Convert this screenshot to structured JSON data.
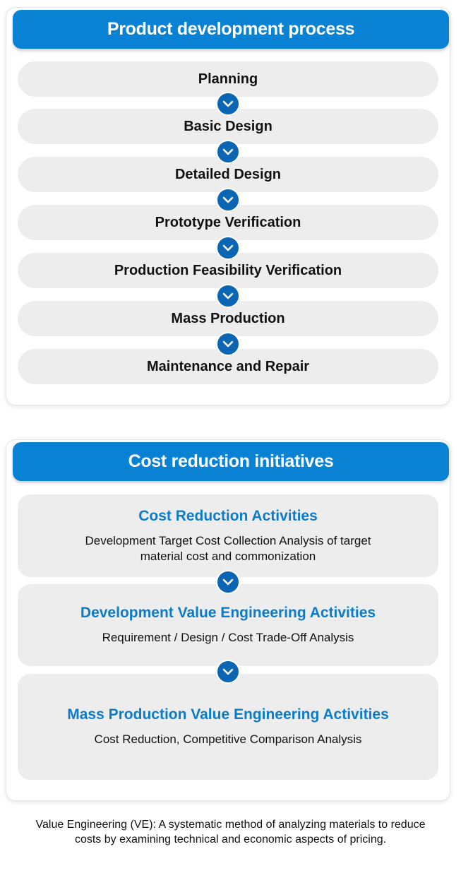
{
  "process": {
    "title": "Product development process",
    "steps": [
      "Planning",
      "Basic Design",
      "Detailed Design",
      "Prototype Verification",
      "Production Feasibility Verification",
      "Mass Production",
      "Maintenance and Repair"
    ]
  },
  "cost": {
    "title": "Cost reduction initiatives",
    "activities": [
      {
        "title": "Cost Reduction Activities",
        "desc": "Development Target Cost Collection Analysis of target material cost and commonization"
      },
      {
        "title": "Development Value Engineering Activities",
        "desc": "Requirement / Design / Cost Trade-Off Analysis"
      },
      {
        "title": "Mass Production Value Engineering Activities",
        "desc": "Cost Reduction, Competitive Comparison Analysis"
      }
    ]
  },
  "footnote": "Value Engineering (VE): A systematic method of analyzing materials to reduce costs by examining technical and economic aspects of pricing.",
  "colors": {
    "header_blue": "#0a82d3",
    "arrow_blue": "#0a66b4",
    "title_blue": "#0a7cc8",
    "box_gray": "#ededee"
  },
  "icons": {
    "arrow": "chevron-down-icon"
  }
}
